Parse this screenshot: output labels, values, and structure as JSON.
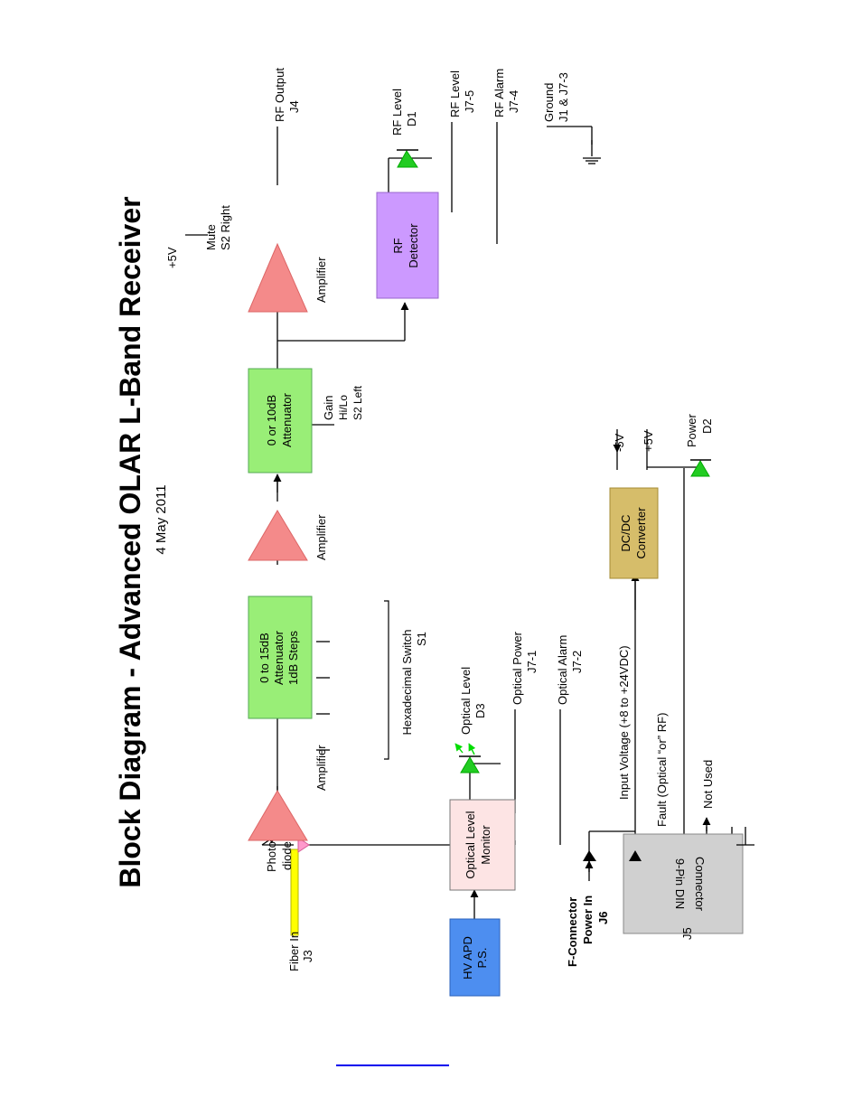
{
  "title": "Block Diagram - Advanced OLAR L-Band Receiver",
  "date": "4 May 2011",
  "labels": {
    "fiber_in": "Fiber In",
    "fiber_in_jack": "J3",
    "photo": "Photo",
    "diode": "diode",
    "amplifier": "Amplifier",
    "att15_line1": "0 to 15dB",
    "att15_line2": "Attenuator",
    "att15_line3": "1dB Steps",
    "att10_line1": "0 or 10dB",
    "att10_line2": "Attenuator",
    "hex_switch": "Hexadecimal Switch",
    "hex_switch_ref": "S1",
    "gain": "Gain",
    "gain_hilo": "Hi/Lo",
    "gain_switch": "S2 Left",
    "plus5v": "+5V",
    "minus5v": "-5V",
    "mute": "Mute",
    "mute_switch": "S2 Right",
    "rf_output": "RF Output",
    "rf_output_jack": "J4",
    "rf_detector_1": "RF",
    "rf_detector_2": "Detector",
    "rf_level": "RF Level",
    "rf_level_ref": "D1",
    "rf_level_jack": "J7-5",
    "rf_alarm": "RF Alarm",
    "rf_alarm_jack": "J7-4",
    "ground": "Ground",
    "ground_jacks": "J1 & J7-3",
    "hv_apd_1": "HV APD",
    "hv_apd_2": "P.S.",
    "olm_1": "Optical Level",
    "olm_2": "Monitor",
    "optical_level": "Optical Level",
    "optical_level_ref": "D3",
    "optical_power": "Optical Power",
    "optical_power_jack": "J7-1",
    "optical_alarm": "Optical Alarm",
    "optical_alarm_jack": "J7-2",
    "input_voltage": "Input Voltage (+8 to +24VDC)",
    "fault": "Fault (Optical “or” RF)",
    "not_used": "Not Used",
    "f_connector": "F-Connector",
    "power_in": "Power In",
    "j6": "J6",
    "din_1": "9-Pin DIN",
    "din_2": "Connector",
    "j5": "J5",
    "dcdc_1": "DC/DC",
    "dcdc_2": "Converter",
    "power": "Power",
    "power_ref": "D2"
  },
  "colors": {
    "amplifier": "#f48a8a",
    "attenuator": "#99ee77",
    "rf_detector": "#cc99ff",
    "hv_apd": "#4d8ef0",
    "optical_monitor": "#fde4e4",
    "din_connector": "#d0d0d0",
    "dcdc": "#d6bd6a",
    "led": "#22cc22",
    "fiber": "#ffff00"
  }
}
